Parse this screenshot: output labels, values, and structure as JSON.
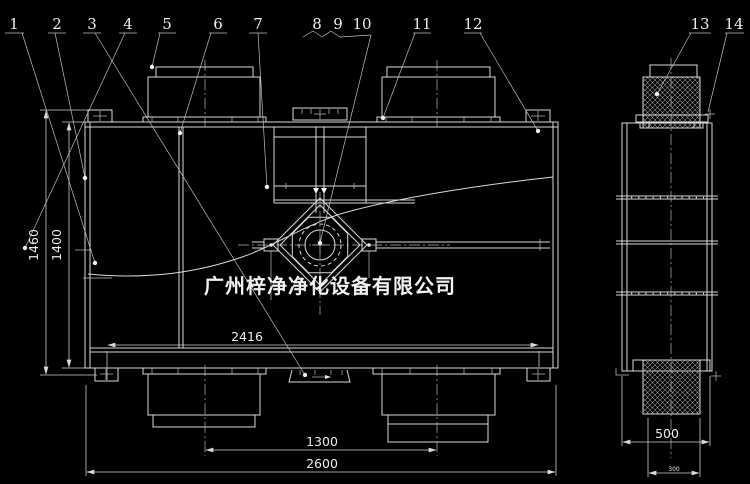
{
  "drawing": {
    "callouts": [
      "1",
      "2",
      "3",
      "4",
      "5",
      "6",
      "7",
      "8",
      "9",
      "10",
      "11",
      "12",
      "13",
      "14"
    ],
    "dimensions": {
      "overall_height": "1460",
      "body_height": "1400",
      "mount_span": "2416",
      "duct_spacing": "1300",
      "overall_width": "2600",
      "side_depth": "500",
      "side_duct_width": "300"
    },
    "watermark": "广州梓净净化设备有限公司",
    "colors": {
      "background": "#000000",
      "line": "#d9d9d9",
      "text": "#eeeeee"
    }
  }
}
